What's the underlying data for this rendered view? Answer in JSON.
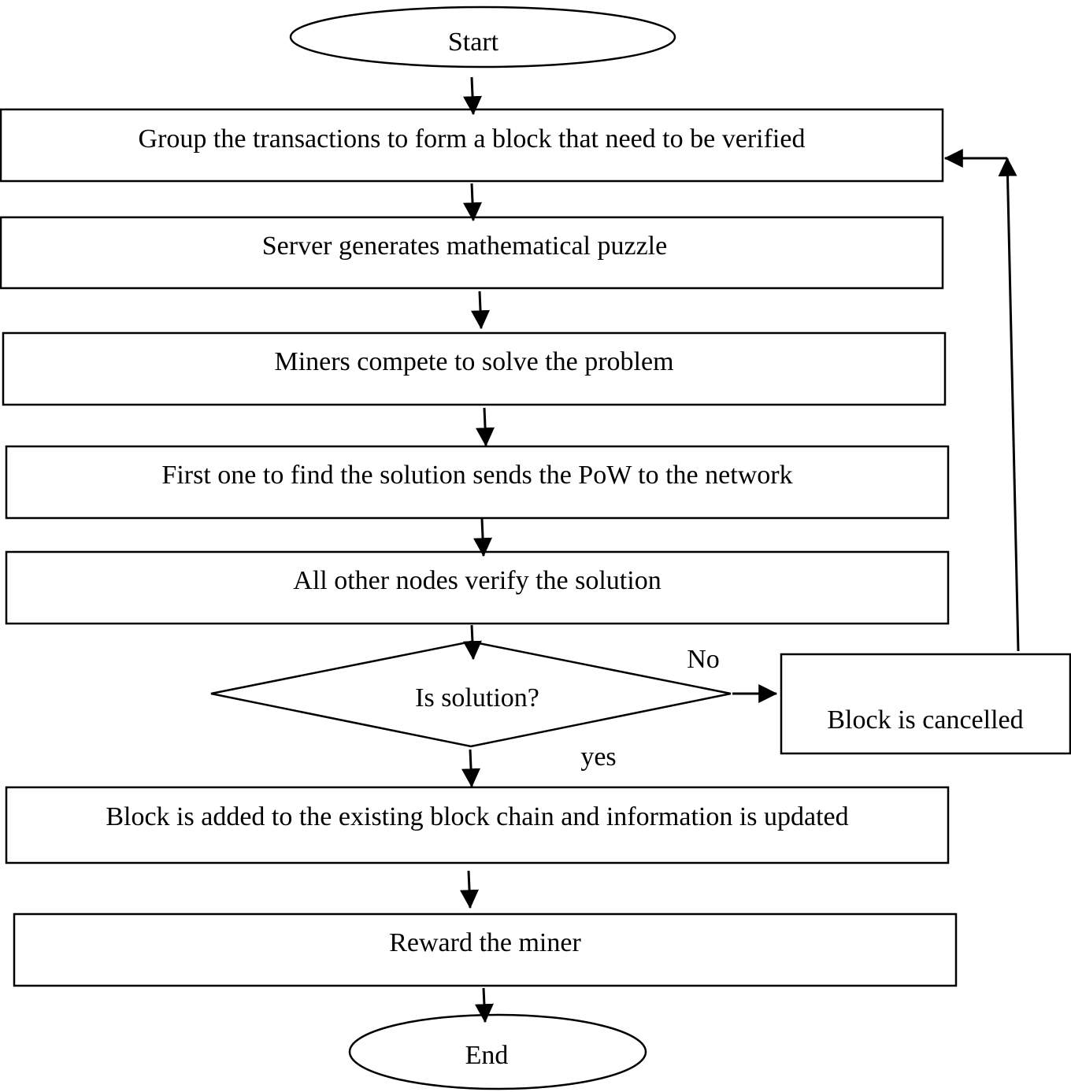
{
  "diagram": {
    "nodes": {
      "start": "Start",
      "group": "Group the transactions to form a block that need to be verified",
      "server": "Server generates mathematical puzzle",
      "miners": "Miners compete to solve the problem",
      "first": "First one to find the solution sends the PoW to the network",
      "verify": "All other nodes verify the solution",
      "decision": "Is solution?",
      "cancelled": "Block is cancelled",
      "added": "Block is added to the existing block chain and information is updated",
      "reward": "Reward the miner",
      "end": "End"
    },
    "edge_labels": {
      "no": "No",
      "yes": "yes"
    }
  }
}
